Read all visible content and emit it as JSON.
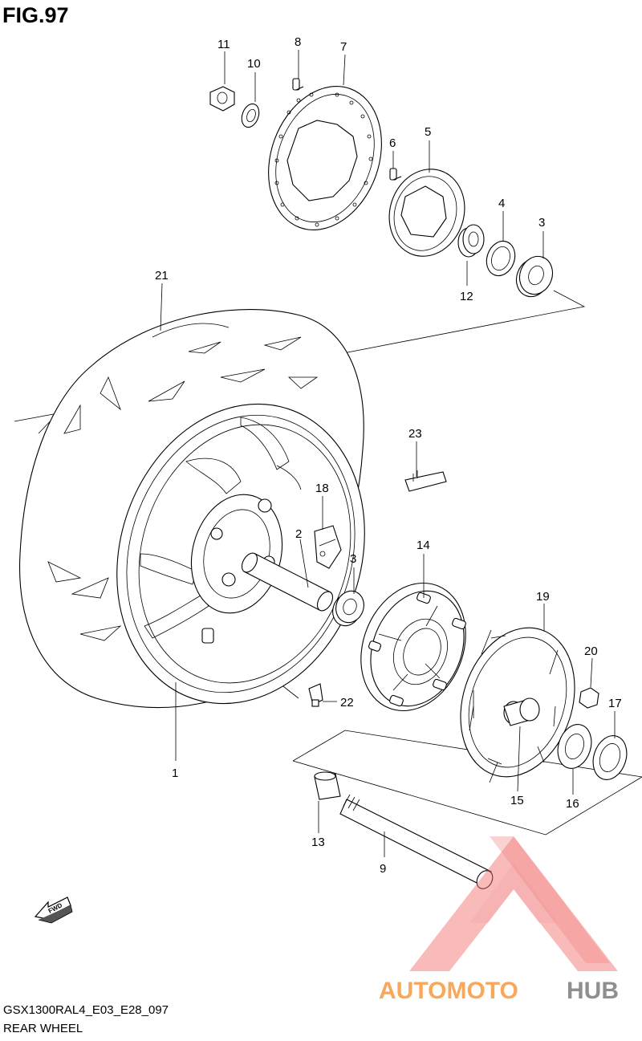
{
  "figure": {
    "title": "FIG.97"
  },
  "footer": {
    "code": "GSX1300RAL4_E03_E28_097",
    "title": "REAR WHEEL"
  },
  "direction_badge": {
    "label": "FWD"
  },
  "callouts": [
    "1",
    "2",
    "3",
    "3",
    "4",
    "5",
    "6",
    "7",
    "8",
    "9",
    "10",
    "11",
    "12",
    "13",
    "14",
    "15",
    "16",
    "17",
    "18",
    "19",
    "20",
    "21",
    "22",
    "23"
  ],
  "watermark": {
    "part1": "AUTOMOTO",
    "part2": "HUB",
    "color1": "#f7a85b",
    "color2": "#8f8f8f",
    "logo_color": "#f26b6b"
  },
  "icons": {
    "direction": "fwd-arrow-icon",
    "logo": "automotohub-logo-icon"
  }
}
